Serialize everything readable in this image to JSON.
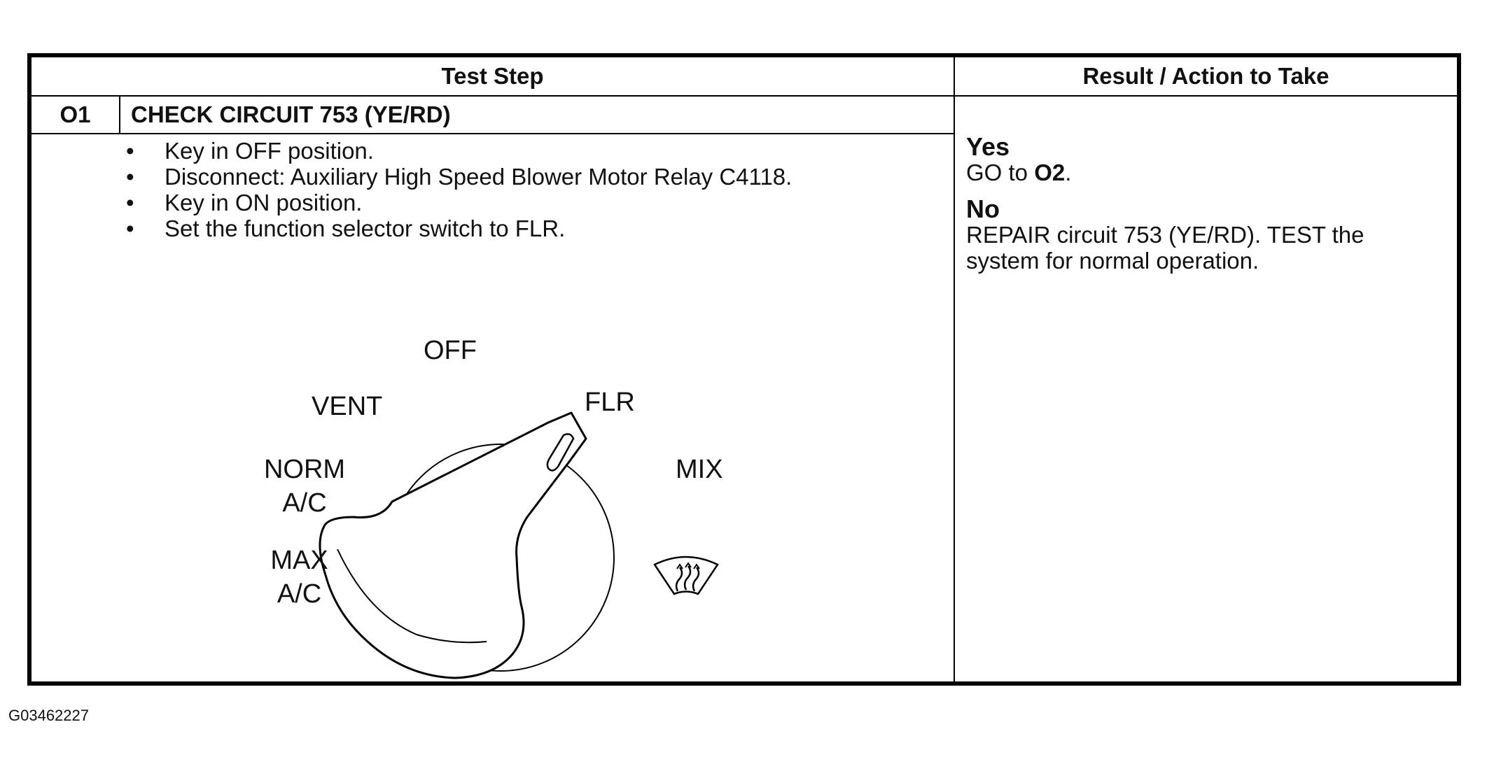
{
  "table": {
    "header_left": "Test Step",
    "header_right": "Result / Action to Take"
  },
  "step": {
    "number": "O1",
    "title": "CHECK CIRCUIT 753 (YE/RD)",
    "bullets": [
      "Key in OFF position.",
      "Disconnect: Auxiliary High Speed Blower Motor Relay C4118.",
      "Key in ON position.",
      "Set the function selector switch to FLR."
    ]
  },
  "result": {
    "yes_label": "Yes",
    "yes_action_prefix": "GO to ",
    "yes_action_target": "O2",
    "yes_action_suffix": ".",
    "no_label": "No",
    "no_action": "REPAIR circuit 753 (YE/RD). TEST the system for normal operation."
  },
  "selector": {
    "positions": {
      "off": "OFF",
      "vent": "VENT",
      "flr": "FLR",
      "norm_line1": "NORM",
      "norm_line2": "A/C",
      "mix": "MIX",
      "max_line1": "MAX",
      "max_line2": "A/C"
    },
    "defrost_icon": "windshield-defrost-icon",
    "selected": "FLR"
  },
  "figure_id": "G03462227"
}
